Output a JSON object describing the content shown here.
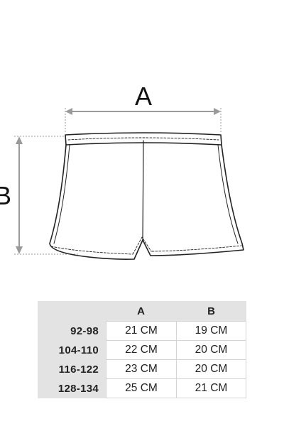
{
  "diagram": {
    "dimension_a": "A",
    "dimension_b": "B"
  },
  "size_table": {
    "columns": [
      "A",
      "B"
    ],
    "rows": [
      {
        "size": "92-98",
        "a": "21 CM",
        "b": "19 CM"
      },
      {
        "size": "104-110",
        "a": "22 CM",
        "b": "20 CM"
      },
      {
        "size": "116-122",
        "a": "23 CM",
        "b": "20 CM"
      },
      {
        "size": "128-134",
        "a": "25 CM",
        "b": "21 CM"
      }
    ]
  }
}
